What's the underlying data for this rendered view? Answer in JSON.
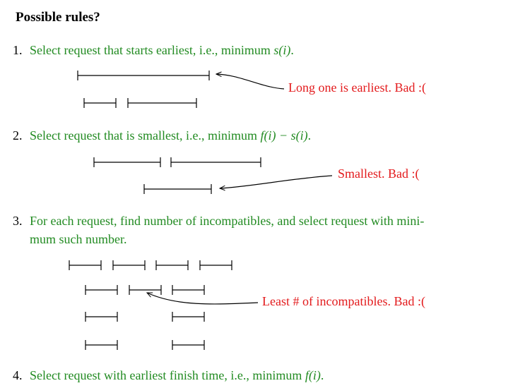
{
  "title": "Possible rules?",
  "rules": [
    {
      "number": "1.",
      "text_before": "Select request that starts earliest, i.e., minimum ",
      "math": "s(i)",
      "text_after": "."
    },
    {
      "number": "2.",
      "text_before": "Select request that is smallest, i.e., minimum ",
      "math": "f(i) − s(i)",
      "text_after": "."
    },
    {
      "number": "3.",
      "line1": "For each request, find number of incompatibles, and select request with mini-",
      "line2": "mum such number."
    },
    {
      "number": "4.",
      "text_before": "Select request with earliest finish time, i.e., minimum ",
      "math": "f(i)",
      "text_after": "."
    }
  ],
  "notes": {
    "rule1": "Long one is earliest.  Bad :(",
    "rule2": "Smallest.  Bad :(",
    "rule3": "Least # of incompatibles.  Bad :("
  },
  "colors": {
    "rule_text": "#228b22",
    "note_text": "#e31a1c",
    "interval": "#000000"
  }
}
